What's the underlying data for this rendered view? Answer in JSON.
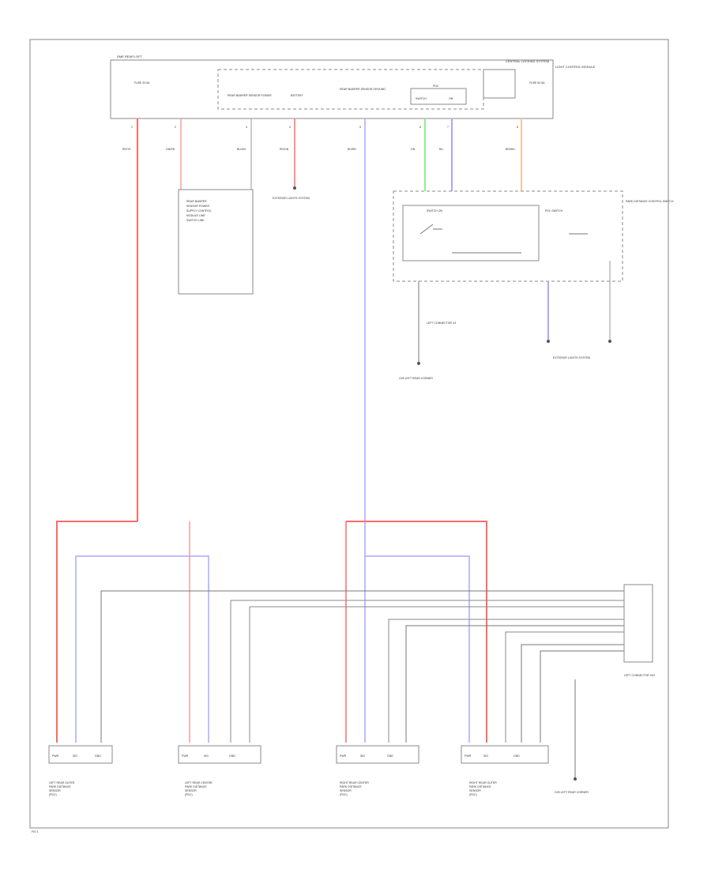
{
  "diagram": {
    "colors": {
      "red": "#ff8080",
      "red_strong": "#ff5a5a",
      "blue": "#a8a8ff",
      "green": "#90ee90",
      "tan": "#f4c8a0",
      "gray": "#9a9a9a",
      "black": "#666666",
      "purple": "#c8a8e0"
    },
    "top_module": {
      "title": "DME REAR LEFT",
      "header_right": "CENTRAL LOCKING SYSTEM",
      "side_label": "LIGHT CONTROL MODULE",
      "fuse_label": "FUSE 33 5A",
      "fuse_label_right": "FUSE 54 5A",
      "inner_left": "REAR BUMPER SENSOR POWER",
      "inner_mid": "BATTERY",
      "inner_right": "REAR BUMPER SENSOR GROUND",
      "relay_label": "PDC",
      "relay_sub_a": "SWITCH",
      "relay_sub_b": "ON"
    },
    "pins": {
      "p1": "1",
      "p2": "2",
      "p3": "3",
      "p4": "4",
      "p5": "5",
      "p6": "6",
      "p7": "7",
      "p8": "8"
    },
    "wire_codes": {
      "w1": "RD/YE",
      "w2": "GN/RD",
      "w3": "BU/GN",
      "w4": "RD/GN",
      "w5": "BU/RD",
      "w6": "GN",
      "w7": "BU",
      "w8": "BR/WH"
    },
    "left_module": {
      "lines": [
        "REAR BUMPER",
        "SENSOR POWER",
        "SUPPLY CONTROL",
        "MODULE LINE",
        "SWITCH LINE"
      ]
    },
    "interior_light": "EXTERIOR LIGHTS SYSTEM",
    "switch_box": {
      "label": "PDC SWITCH",
      "sub": "SWITCH ON",
      "right_label": "PARK DISTANCE CONTROL SWITCH"
    },
    "left_connector": "LEFT CONNECTOR X3",
    "ground_label_a": "G25 LEFT REAR CORNER",
    "exterior_lights": "EXTERIOR LIGHTS SYSTEM",
    "connector_right": "LEFT CONNECTOR X52",
    "ground_label_b": "G25 LEFT REAR CORNER",
    "sensor_labels": {
      "s1": "LEFT REAR OUTER\nPARK DISTANCE\nSENSOR\n(PDC)",
      "s2": "LEFT REAR CENTER\nPARK DISTANCE\nSENSOR\n(PDC)",
      "s3": "RIGHT REAR CENTER\nPARK DISTANCE\nSENSOR\n(PDC)",
      "s4": "RIGHT REAR OUTER\nPARK DISTANCE\nSENSOR\n(PDC)"
    },
    "sensor_pins": {
      "a": "PWR",
      "b": "SIG",
      "c": "GND"
    },
    "footer_code": "FIG 1"
  }
}
